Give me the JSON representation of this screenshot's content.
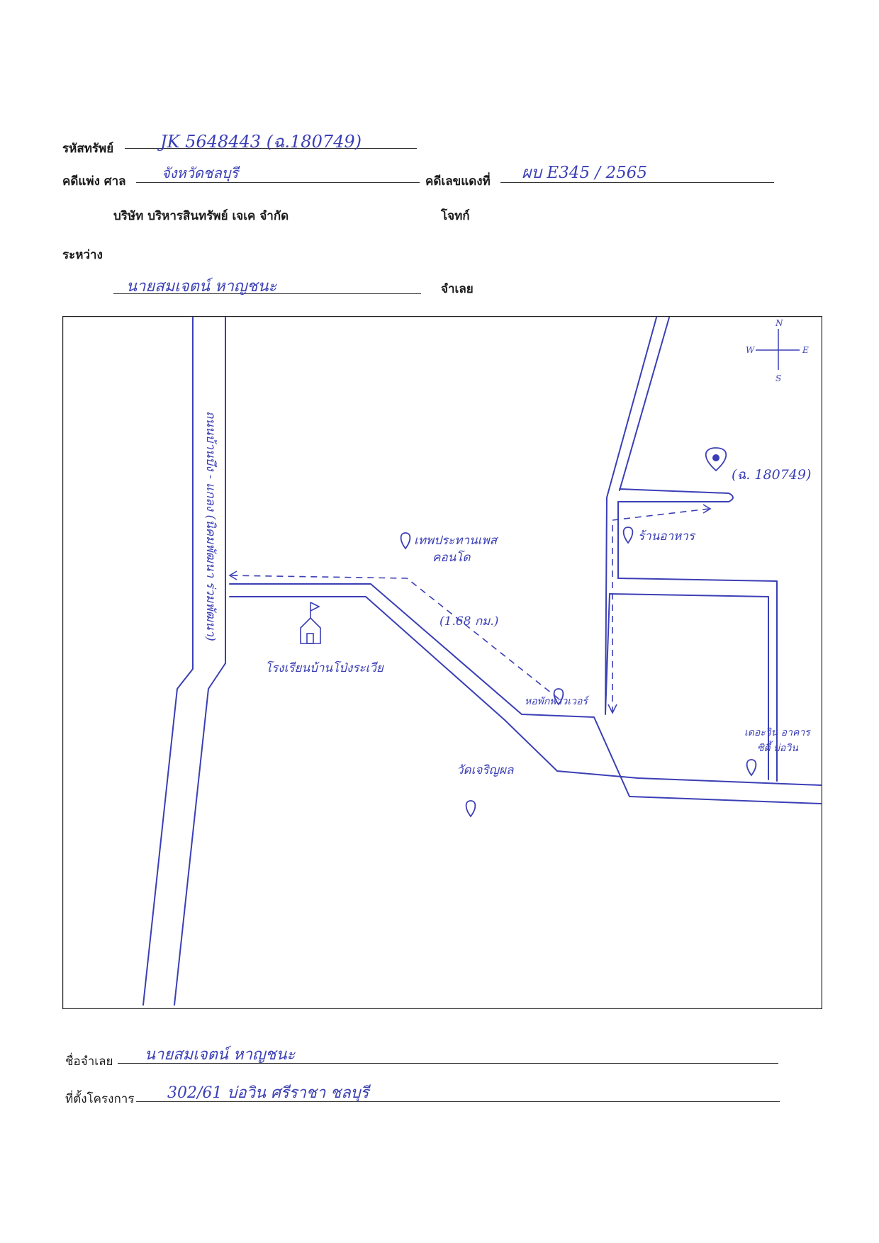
{
  "form": {
    "asset_code_label": "รหัสทรัพย์",
    "asset_code_value": "JK 5648443  (ฉ.180749)",
    "civil_case_label": "คดีแพ่ง ศาล",
    "court_value": "จังหวัดชลบุรี",
    "red_case_label": "คดีเลขแดงที่",
    "red_case_value": "ผบ E345 / 2565",
    "plaintiff_name": "บริษัท บริหารสินทรัพย์ เจเค จำกัด",
    "plaintiff_label": "โจทก์",
    "between_label": "ระหว่าง",
    "defendant_value": "นายสมเจตน์  หาญชนะ",
    "defendant_label": "จำเลย",
    "defendant_name_label": "ชื่อจำเลย",
    "defendant_name_value": "นายสมเจตน์  หาญชนะ",
    "project_location_label": "ที่ตั้งโครงการ",
    "project_location_value": "302/61  บ่อวิน  ศรีราชา  ชลบุรี"
  },
  "map": {
    "compass": {
      "n": "N",
      "s": "S",
      "e": "E",
      "w": "W"
    },
    "road_name": "ถนนบ้านบึง - แกลง (นิคมพัฒนา ร่วมพัฒนา)",
    "target_label": "(ฉ. 180749)",
    "restaurant_label": "ร้านอาหาร",
    "condo_label_1": "เทพประทานเพส",
    "condo_label_2": "คอนโด",
    "distance_label": "(1.68 กม.)",
    "school_label": "โรงเรียนบ้านโป่งระเวีย",
    "shop_label": "หอพักพาวเวอร์",
    "temple_label": "วัดเจริญผล",
    "market_label_1": "เดอะวิน อาคาร",
    "market_label_2": "ซิตี้ บ่อวิน",
    "ink_color": "#3b3fb5"
  }
}
